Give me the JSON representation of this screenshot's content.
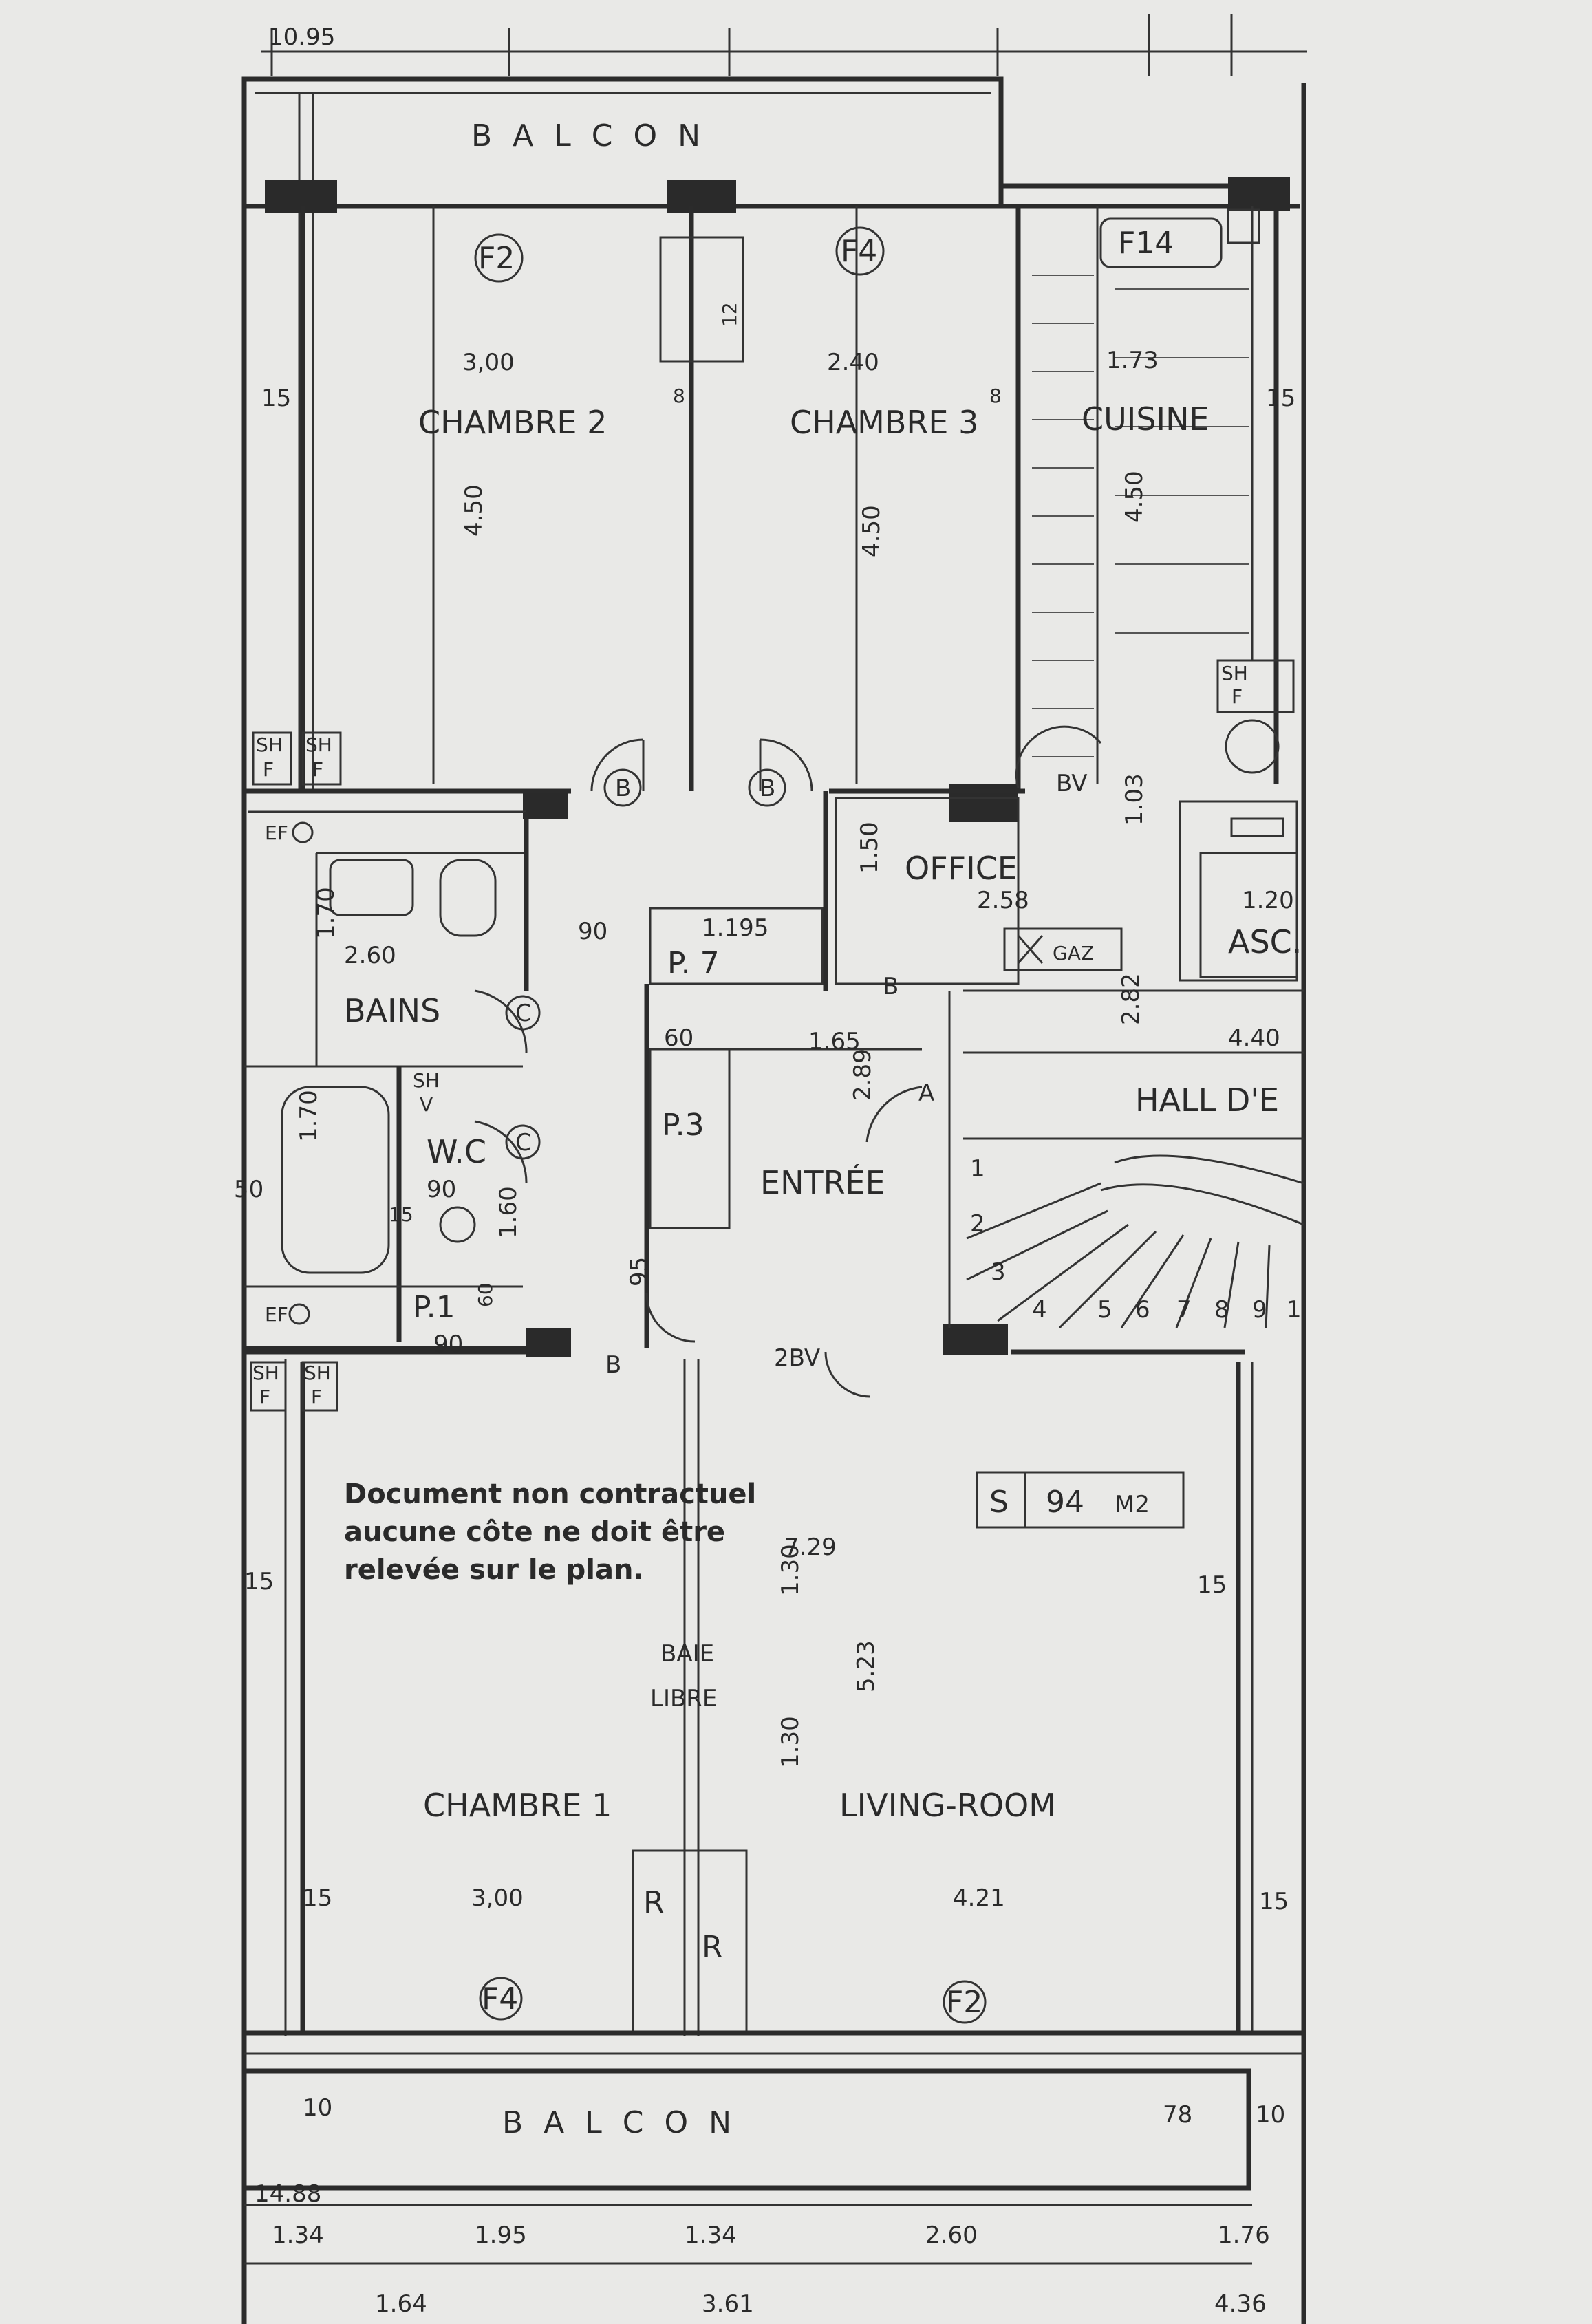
{
  "plan": {
    "top_dimension": "10.95",
    "balcony_top": "B A L C O N",
    "balcony_bottom": "B A L C O N",
    "surface": {
      "label": "S",
      "value": "94",
      "unit": "M2"
    },
    "note": [
      "Document non contractuel",
      "aucune côte ne doit être",
      "relevée sur le plan."
    ],
    "rooms": {
      "chambre2": {
        "name": "CHAMBRE 2",
        "width": "3,00",
        "depth": "4.50",
        "window": "F2"
      },
      "chambre3": {
        "name": "CHAMBRE 3",
        "width": "2.40",
        "depth": "4.50",
        "window": "F4"
      },
      "cuisine": {
        "name": "CUISINE",
        "width": "1.73",
        "depth": "4.50",
        "window": "F14"
      },
      "office": {
        "name": "OFFICE",
        "width": "2.58",
        "depth": "1.50",
        "depth2": "1.03"
      },
      "bains": {
        "name": "BAINS",
        "width": "2.60",
        "depth": "1.70"
      },
      "wc": {
        "name": "W.C",
        "width": "90",
        "depth": "1.60",
        "depth2": "1.70"
      },
      "entree": {
        "name": "ENTRÉE",
        "depth": "2.89",
        "width": "1.65"
      },
      "hall": {
        "name": "HALL D'E",
        "width": "4.40",
        "depth": "2.82"
      },
      "asc": {
        "name": "ASC.",
        "width": "1.20"
      },
      "chambre1": {
        "name": "CHAMBRE 1",
        "width": "3,00",
        "window": "F4"
      },
      "living": {
        "name": "LIVING-ROOM",
        "width": "4.21",
        "depth": "5.23",
        "span": "7.29",
        "window": "F2"
      }
    },
    "closets": {
      "p7": "P. 7",
      "p7_width": "1.195",
      "p3": "P.3",
      "p3_width": "60",
      "p1": "P.1"
    },
    "baie": [
      "BAIE",
      "LIBRE"
    ],
    "labels": {
      "gaz": "GAZ",
      "sh": "SH",
      "f": "F",
      "v": "V",
      "ef": "EF",
      "b": "B",
      "c": "C",
      "a": "A",
      "bv": "BV",
      "bv2": "2BV",
      "r": "R",
      "d90": "90",
      "d15": "15",
      "d10": "10",
      "d8": "8",
      "d60": "60",
      "d95": "95",
      "d50": "50",
      "d78": "78",
      "d12": "12",
      "d130": "1.30",
      "d3f": "3"
    },
    "stair_steps": [
      "1",
      "2",
      "3",
      "4",
      "5",
      "6",
      "7",
      "8",
      "9",
      "1"
    ],
    "bottom_dims": [
      "14.88",
      "1.34",
      "1.95",
      "1.34",
      "2.60",
      "1.76"
    ],
    "bottom_dims2": [
      "1.64",
      "3.61",
      "4.36"
    ]
  }
}
